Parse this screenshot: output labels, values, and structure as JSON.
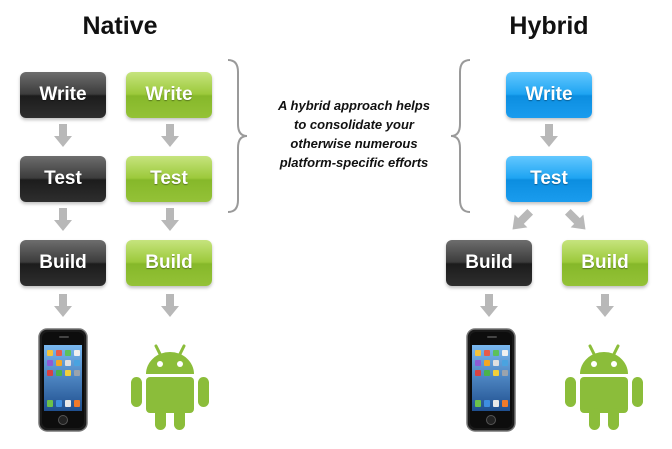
{
  "native": {
    "heading": "Native",
    "ios_column": {
      "write": "Write",
      "test": "Test",
      "build": "Build"
    },
    "android_column": {
      "write": "Write",
      "test": "Test",
      "build": "Build"
    }
  },
  "hybrid": {
    "heading": "Hybrid",
    "shared": {
      "write": "Write",
      "test": "Test"
    },
    "ios_build": "Build",
    "android_build": "Build"
  },
  "note": {
    "lines": [
      "A hybrid approach helps",
      "to consolidate your",
      "otherwise numerous",
      "platform-specific efforts"
    ]
  },
  "colors": {
    "ios_box": "#2e2e2e",
    "android_box": "#94c237",
    "hybrid_box": "#1a9cee",
    "arrow": "#b8b8b8",
    "android_robot": "#8bbd3a"
  },
  "icons": [
    "iphone-icon",
    "android-robot-icon",
    "arrow-down-icon",
    "arrow-diagonal-icon",
    "curly-brace-icon"
  ]
}
